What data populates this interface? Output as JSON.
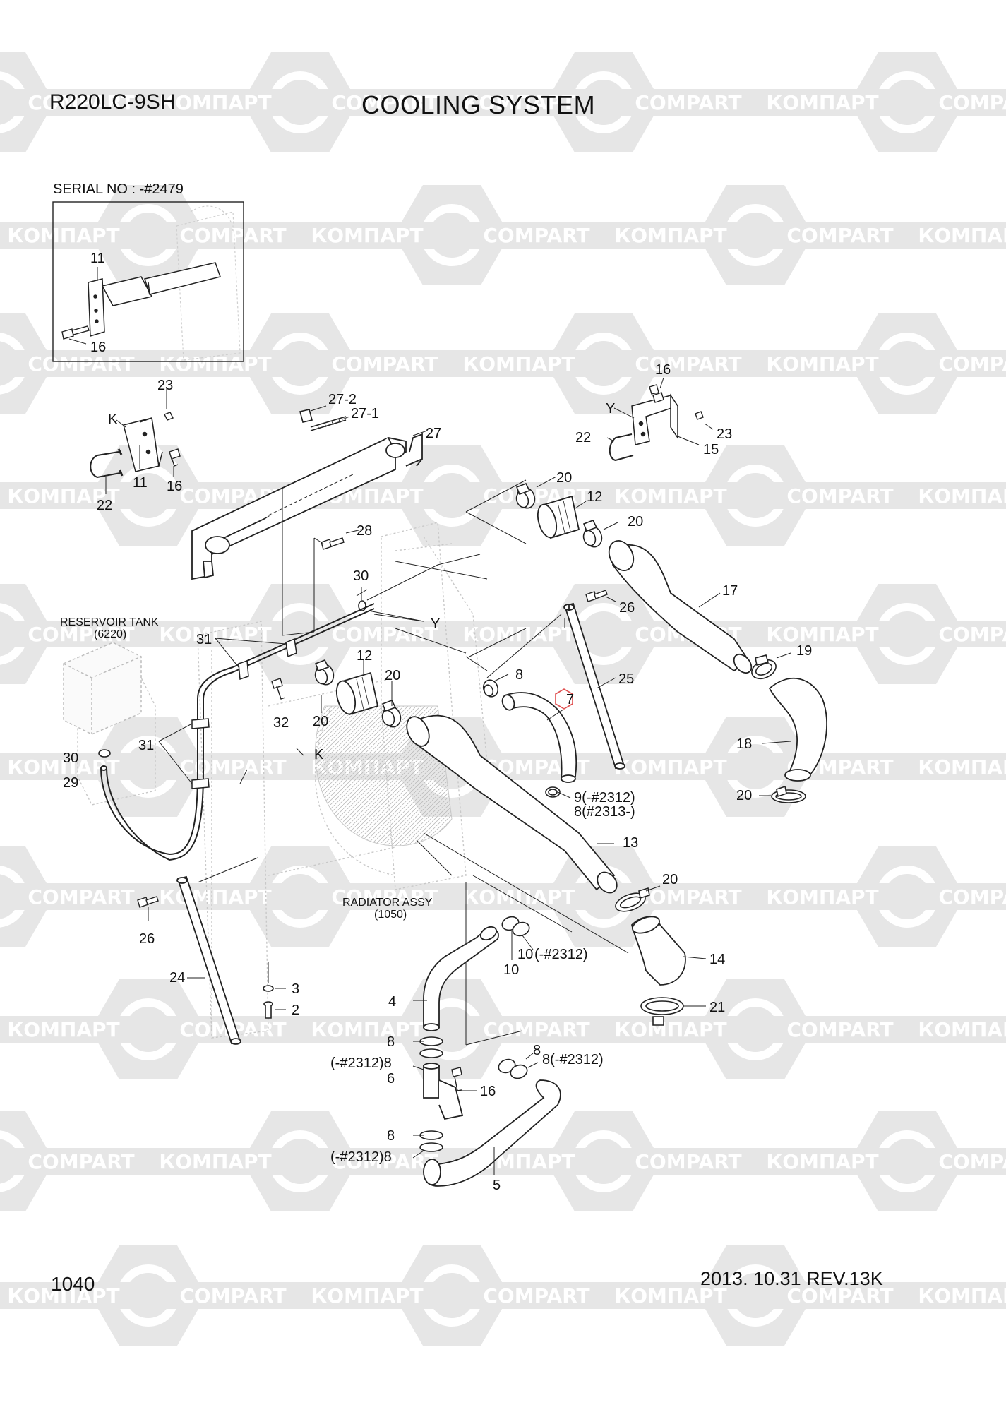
{
  "header": {
    "model": "R220LC-9SH",
    "title": "COOLING SYSTEM"
  },
  "serial_box": {
    "serial": "SERIAL NO : -#2479",
    "labels": [
      "11",
      "16"
    ]
  },
  "group_labels": {
    "reservoir": "RESERVOIR TANK",
    "reservoir_ref": "(6220)",
    "radiator": "RADIATOR ASSY",
    "radiator_ref": "(1050)"
  },
  "callouts": [
    {
      "id": "c23a",
      "text": "23"
    },
    {
      "id": "cK1",
      "text": "K"
    },
    {
      "id": "c11",
      "text": "11"
    },
    {
      "id": "c16a",
      "text": "16"
    },
    {
      "id": "c22a",
      "text": "22"
    },
    {
      "id": "c27-2",
      "text": "27-2"
    },
    {
      "id": "c27-1",
      "text": "27-1"
    },
    {
      "id": "c27",
      "text": "27"
    },
    {
      "id": "c16b",
      "text": "16"
    },
    {
      "id": "cY1",
      "text": "Y"
    },
    {
      "id": "c22b",
      "text": "22"
    },
    {
      "id": "c23b",
      "text": "23"
    },
    {
      "id": "c15",
      "text": "15"
    },
    {
      "id": "c20a",
      "text": "20"
    },
    {
      "id": "c12a",
      "text": "12"
    },
    {
      "id": "c20b",
      "text": "20"
    },
    {
      "id": "c28",
      "text": "28"
    },
    {
      "id": "c30a",
      "text": "30"
    },
    {
      "id": "cY2",
      "text": "Y"
    },
    {
      "id": "c26a",
      "text": "26"
    },
    {
      "id": "c17",
      "text": "17"
    },
    {
      "id": "c31a",
      "text": "31"
    },
    {
      "id": "c12b",
      "text": "12"
    },
    {
      "id": "c20c",
      "text": "20"
    },
    {
      "id": "c8a",
      "text": "8"
    },
    {
      "id": "c7",
      "text": "7"
    },
    {
      "id": "c25",
      "text": "25"
    },
    {
      "id": "c19",
      "text": "19"
    },
    {
      "id": "c32",
      "text": "32"
    },
    {
      "id": "c20d",
      "text": "20"
    },
    {
      "id": "c30b",
      "text": "30"
    },
    {
      "id": "c31b",
      "text": "31"
    },
    {
      "id": "cK2",
      "text": "K"
    },
    {
      "id": "c18",
      "text": "18"
    },
    {
      "id": "c29",
      "text": "29"
    },
    {
      "id": "c9",
      "text": "9(-#2312)"
    },
    {
      "id": "c8b",
      "text": "8(#2313-)"
    },
    {
      "id": "c20e",
      "text": "20"
    },
    {
      "id": "c13",
      "text": "13"
    },
    {
      "id": "c20f",
      "text": "20"
    },
    {
      "id": "c26b",
      "text": "26"
    },
    {
      "id": "c10a",
      "text": "10"
    },
    {
      "id": "c10b",
      "text": "(-#2312)"
    },
    {
      "id": "c10c",
      "text": "10"
    },
    {
      "id": "c14",
      "text": "14"
    },
    {
      "id": "c24",
      "text": "24"
    },
    {
      "id": "c3",
      "text": "3"
    },
    {
      "id": "c2",
      "text": "2"
    },
    {
      "id": "c4",
      "text": "4"
    },
    {
      "id": "c21",
      "text": "21"
    },
    {
      "id": "c8c",
      "text": "8"
    },
    {
      "id": "c8d",
      "text": "(-#2312)8"
    },
    {
      "id": "c8e",
      "text": "8"
    },
    {
      "id": "c8f",
      "text": "8(-#2312)"
    },
    {
      "id": "c6",
      "text": "6"
    },
    {
      "id": "c16c",
      "text": "16"
    },
    {
      "id": "c8g",
      "text": "8"
    },
    {
      "id": "c8h",
      "text": "(-#2312)8"
    },
    {
      "id": "c5",
      "text": "5"
    }
  ],
  "watermark": {
    "text_ru": "КОМПАРТ",
    "text_en": "COMPART",
    "color": "#e6e6e6"
  },
  "footer": {
    "page": "1040",
    "revision": "2013. 10.31  REV.13K"
  },
  "colors": {
    "line": "#2a2a2a",
    "ghost": "#c8c8c8",
    "marker": "#e05050"
  }
}
